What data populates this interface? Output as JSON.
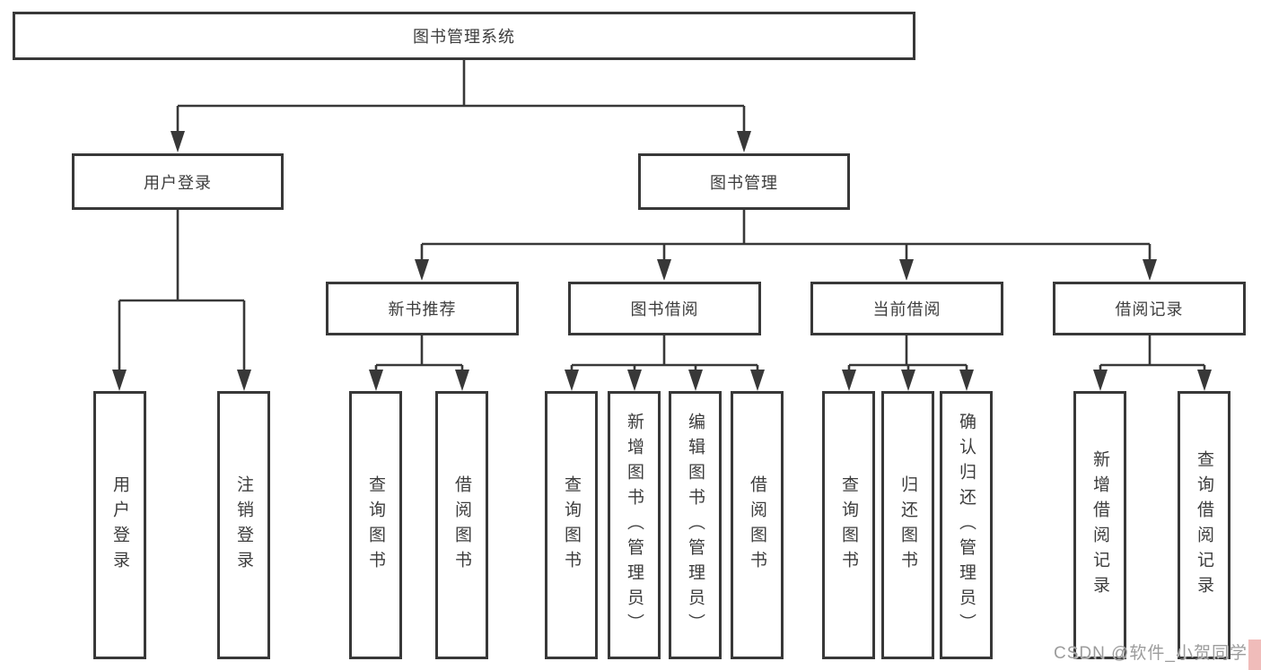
{
  "diagram": {
    "tree": {
      "root": {
        "label": "图书管理系统"
      },
      "children": [
        {
          "label": "用户登录",
          "children": [
            {
              "label": "用户登录"
            },
            {
              "label": "注销登录"
            }
          ]
        },
        {
          "label": "图书管理",
          "children": [
            {
              "label": "新书推荐",
              "children": [
                {
                  "label": "查询图书"
                },
                {
                  "label": "借阅图书"
                }
              ]
            },
            {
              "label": "图书借阅",
              "children": [
                {
                  "label": "查询图书"
                },
                {
                  "label": "新增图书（管理员）"
                },
                {
                  "label": "编辑图书（管理员）"
                },
                {
                  "label": "借阅图书"
                }
              ]
            },
            {
              "label": "当前借阅",
              "children": [
                {
                  "label": "查询图书"
                },
                {
                  "label": "归还图书"
                },
                {
                  "label": "确认归还（管理员）"
                }
              ]
            },
            {
              "label": "借阅记录",
              "children": [
                {
                  "label": "新增借阅记录"
                },
                {
                  "label": "查询借阅记录"
                }
              ]
            }
          ]
        }
      ]
    },
    "colors": {
      "line": "#383838",
      "box_border": "#383838",
      "text": "#3d3d3d",
      "background": "#ffffff",
      "watermark_strip": "#f0bcba"
    }
  },
  "watermark": {
    "text": "CSDN @软件_小贺同学"
  }
}
